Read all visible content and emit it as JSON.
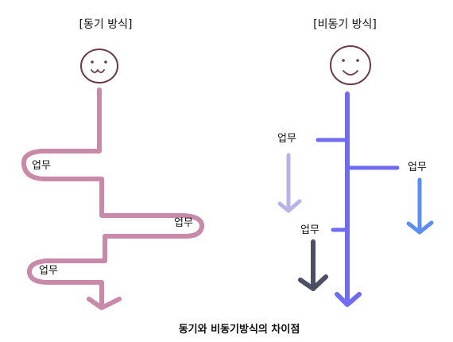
{
  "titles": {
    "sync": "[동기 방식]",
    "async": "[비동기 방식]"
  },
  "sync_tasks": [
    "업무",
    "업무",
    "업무"
  ],
  "async_tasks": [
    "업무",
    "업무",
    "업무"
  ],
  "caption": "동기와 비동기방식의 차이점",
  "colors": {
    "sync_path": "#c98aaa",
    "async_main": "#6f6cf2",
    "async_task_1": "#b5b5e8",
    "async_task_2": "#5b8ef0",
    "async_task_3": "#4a4f62",
    "face": "#6b3b48"
  },
  "icons": [
    "smiley-face-icon",
    "smiley-face-icon"
  ]
}
